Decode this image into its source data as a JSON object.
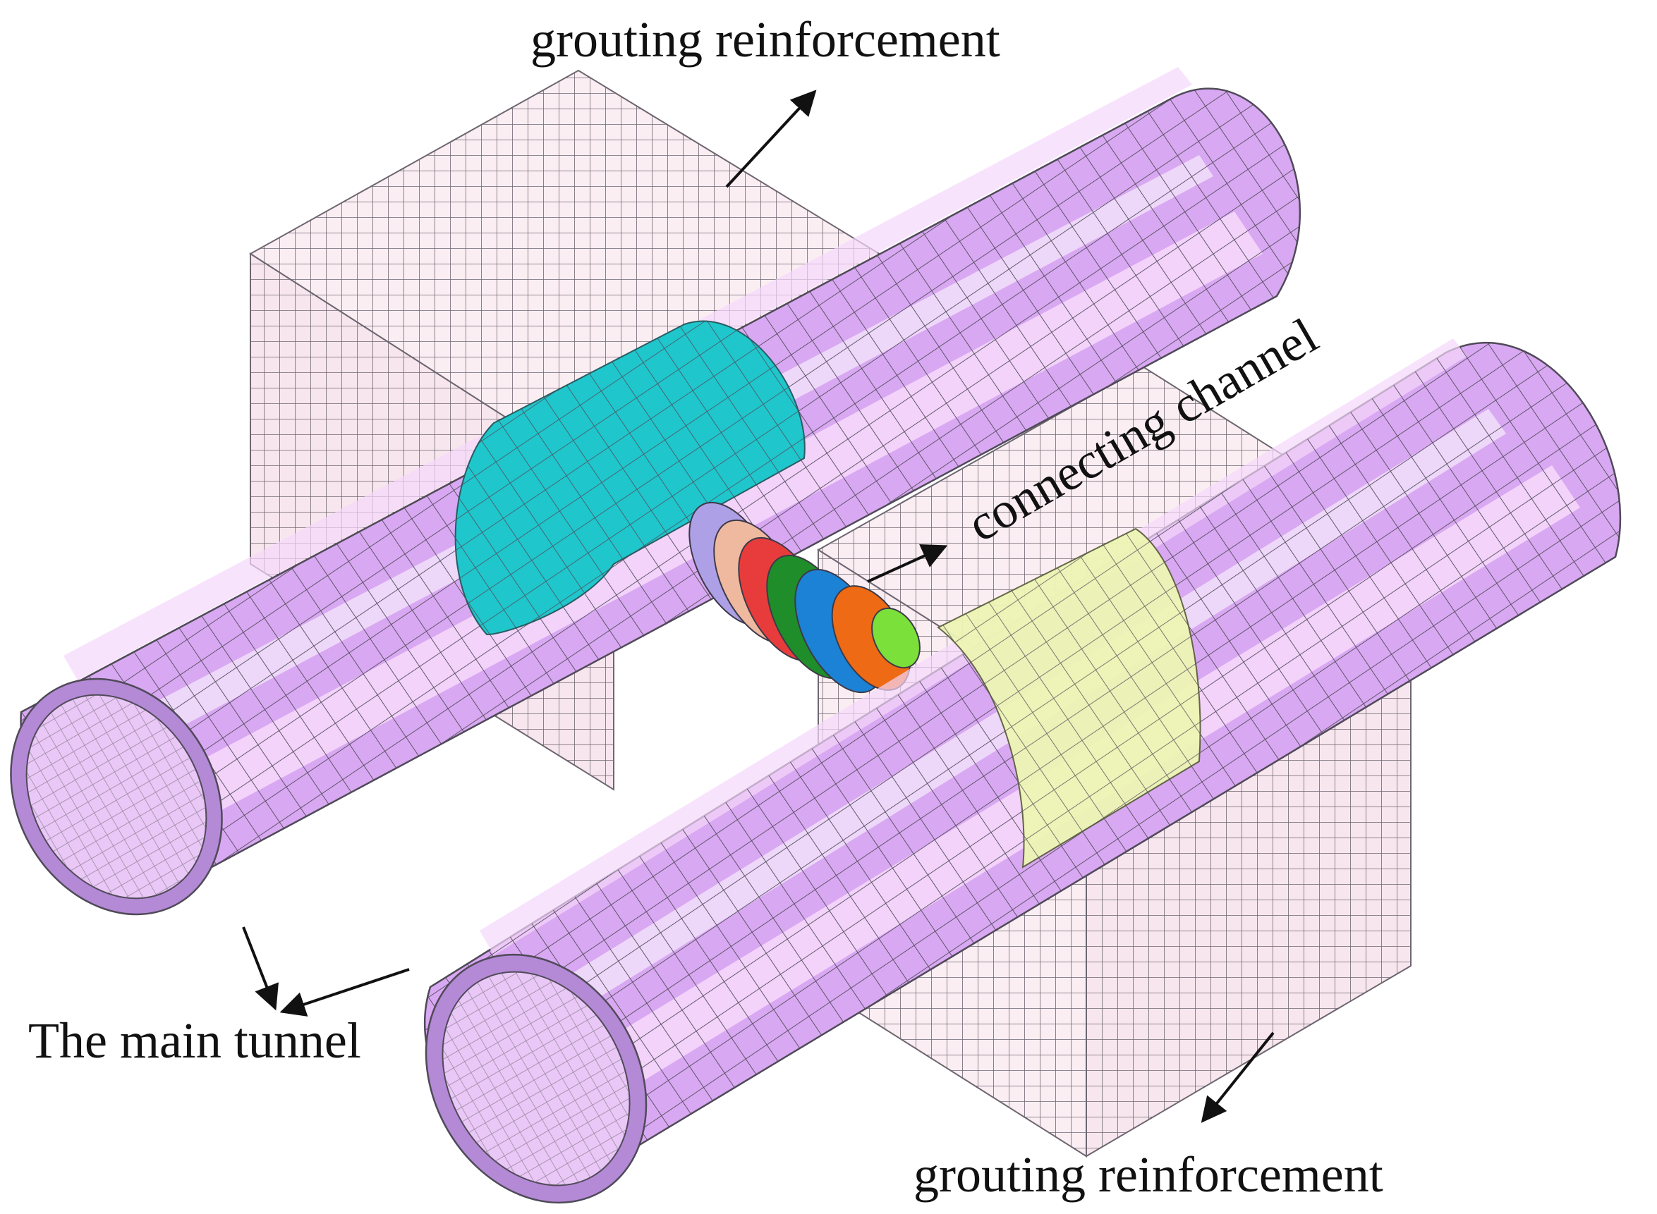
{
  "labels": {
    "grouting_top": "grouting reinforcement",
    "connecting": "connecting channel",
    "main_tunnel": "The main tunnel",
    "grouting_bottom": "grouting reinforcement"
  },
  "colors": {
    "tunnel": "#d9a8f2",
    "tunnel_light": "#f5d7fb",
    "tunnel_dark": "#b489d6",
    "tunnel_inner": "#c79ae6",
    "grout": "#fbeef3",
    "mesh": "#5a5660",
    "teal": "#1fc6cc",
    "yellow": "#eef5b4",
    "channel_rings": [
      "#aea0e6",
      "#efb9a0",
      "#e83c3c",
      "#1f8d2a",
      "#1c82d6",
      "#ee6a14",
      "#7be03a"
    ]
  }
}
